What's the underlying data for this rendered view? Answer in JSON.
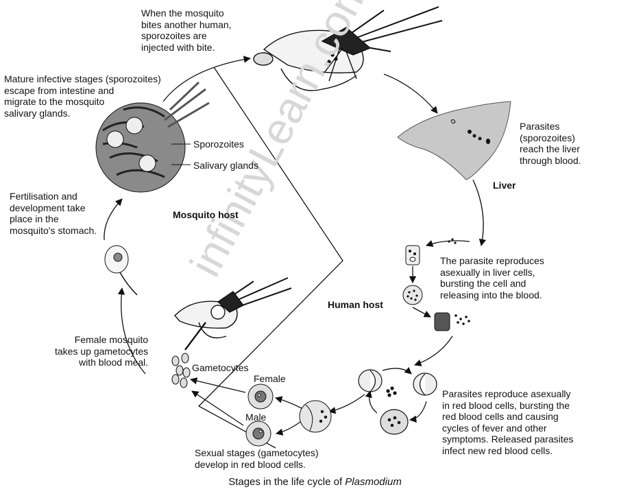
{
  "watermark": "infinityLearn.com",
  "labels": {
    "bite": "When the mosquito\nbites another human,\nsporozoites are\ninjected with bite.",
    "mature": "Mature infective stages (sporozoites)\nescape from intestine and\nmigrate to the mosquito\nsalivary glands.",
    "sporozoites": "Sporozoites",
    "salivary": "Salivary glands",
    "parasites_liver": "Parasites\n(sporozoites)\nreach the liver\nthrough blood.",
    "liver": "Liver",
    "fertilisation": "Fertilisation and\ndevelopment take\nplace in the\nmosquito's stomach.",
    "mosquito_host": "Mosquito host",
    "liver_cells": "The parasite reproduces\nasexually in liver cells,\nbursting the cell and\nreleasing into the blood.",
    "human_host": "Human host",
    "female_mosquito": "Female mosquito\ntakes up gametocytes\nwith blood meal.",
    "gametocytes": "Gametocytes",
    "female": "Female",
    "male": "Male",
    "rbc": "Parasites reproduce asexually\nin red blood cells, bursting the\nred blood cells and causing\ncycles of fever and other\nsymptoms. Released parasites\ninfect new red blood cells.",
    "sexual": "Sexual stages (gametocytes)\ndevelop in red blood cells."
  },
  "caption": {
    "prefix": "Stages in the life cycle of ",
    "organism": "Plasmodium"
  }
}
